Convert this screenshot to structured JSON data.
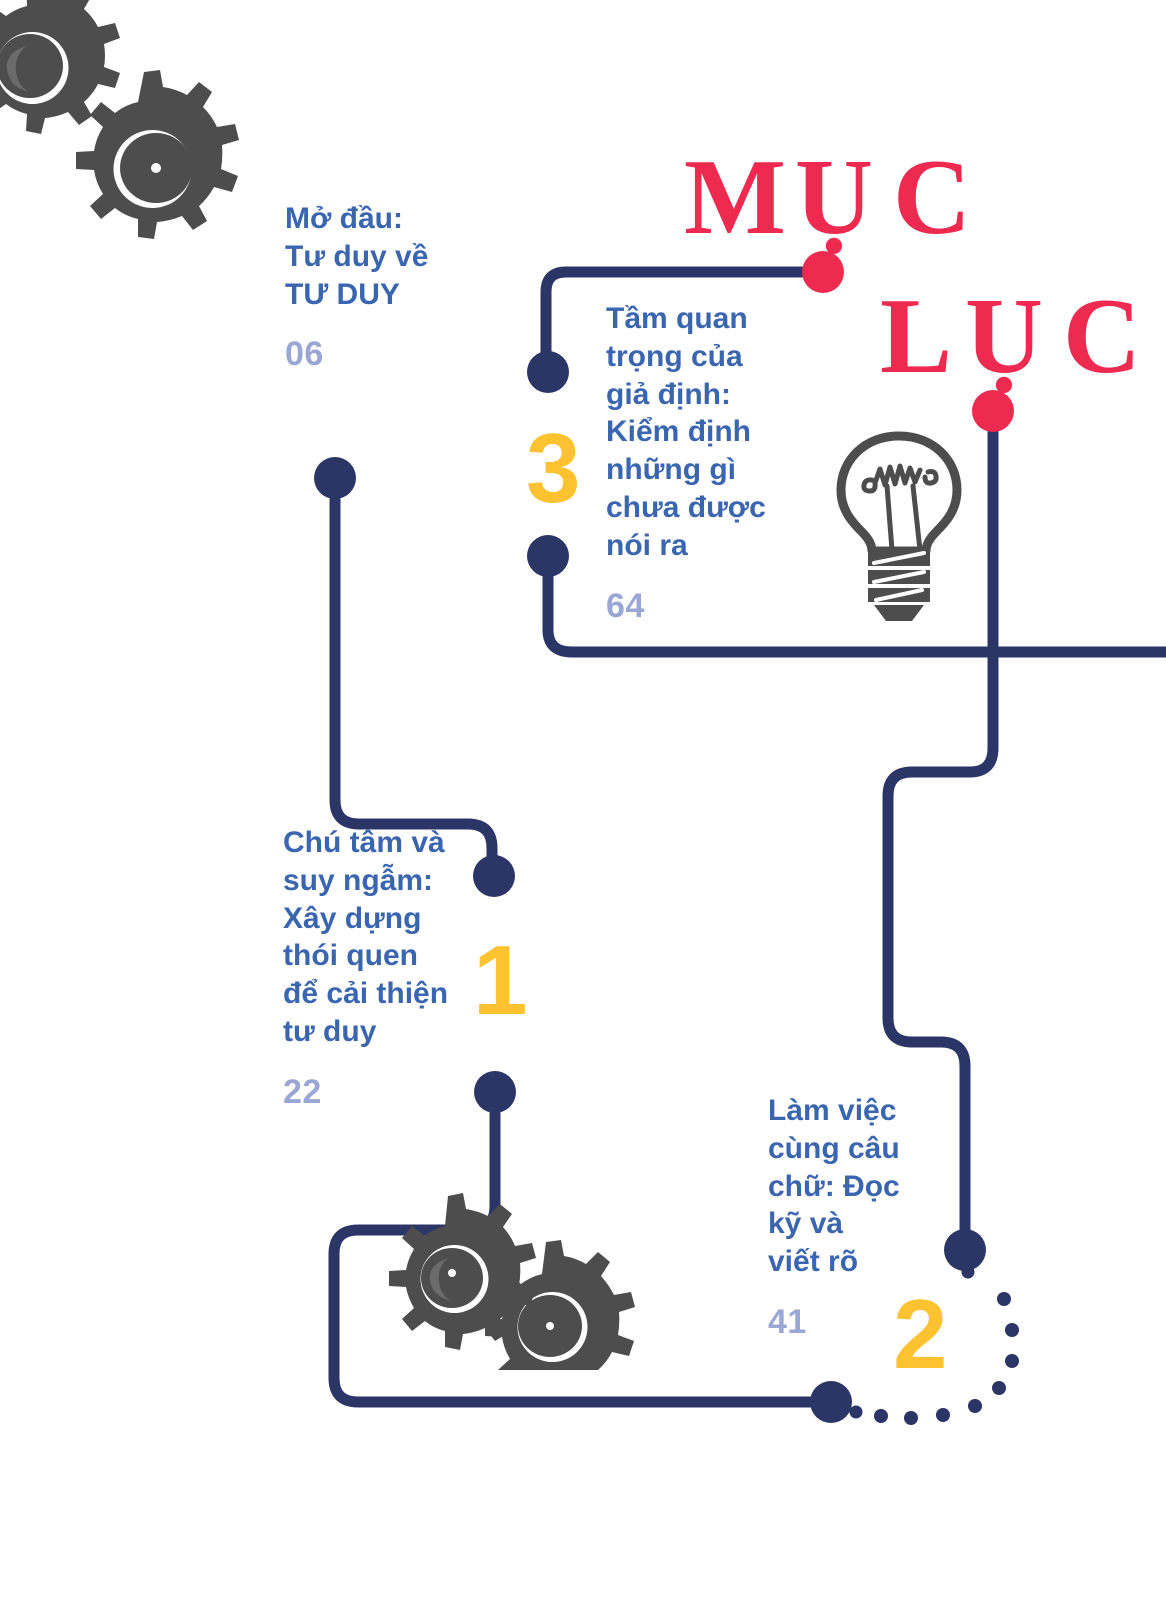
{
  "title": {
    "full_text": "MỤC LỤC",
    "line1": [
      "M",
      "Ụ",
      "C"
    ],
    "line2": [
      "L",
      "Ụ",
      "C"
    ],
    "color": "#ee2a50"
  },
  "colors": {
    "navy": "#2b3566",
    "red": "#ee2a50",
    "yellow": "#fdc230",
    "text_blue": "#3a66b0",
    "page_number_blue": "#9aa6d4",
    "illustration_gray": "#4d4d4d",
    "background": "#ffffff"
  },
  "entries": [
    {
      "id": "intro",
      "title": "Mở đầu:\nTư duy về\nTƯ DUY",
      "lines": [
        "Mở đầu:",
        "Tư duy về",
        "TƯ DUY"
      ],
      "page": "06",
      "number": ""
    },
    {
      "id": "item-3",
      "title": "Tầm quan trọng của giả định: Kiểm định những gì chưa được nói ra",
      "lines": [
        "Tầm quan",
        "trọng của",
        "giả định:",
        "Kiểm định",
        "những gì",
        "chưa được",
        "nói ra"
      ],
      "page": "64",
      "number": "3"
    },
    {
      "id": "item-1",
      "title": "Chú tâm và suy ngẫm: Xây dựng thói quen để cải thiện tư duy",
      "lines": [
        "Chú tâm và",
        "suy  ngẫm:",
        "Xây  dựng",
        "thói  quen",
        "để cải thiện",
        "tư duy"
      ],
      "page": "22",
      "number": "1"
    },
    {
      "id": "item-2",
      "title": "Làm việc cùng câu chữ: Đọc kỹ và viết rõ",
      "lines": [
        "Làm việc",
        "cùng câu",
        "chữ: Đọc",
        "kỹ và",
        "viết rõ"
      ],
      "page": "41",
      "number": "2"
    }
  ],
  "illustrations": [
    {
      "id": "gears-top-left",
      "name": "gears-icon"
    },
    {
      "id": "lightbulb",
      "name": "lightbulb-icon"
    },
    {
      "id": "gears-bottom",
      "name": "gears-icon"
    }
  ]
}
